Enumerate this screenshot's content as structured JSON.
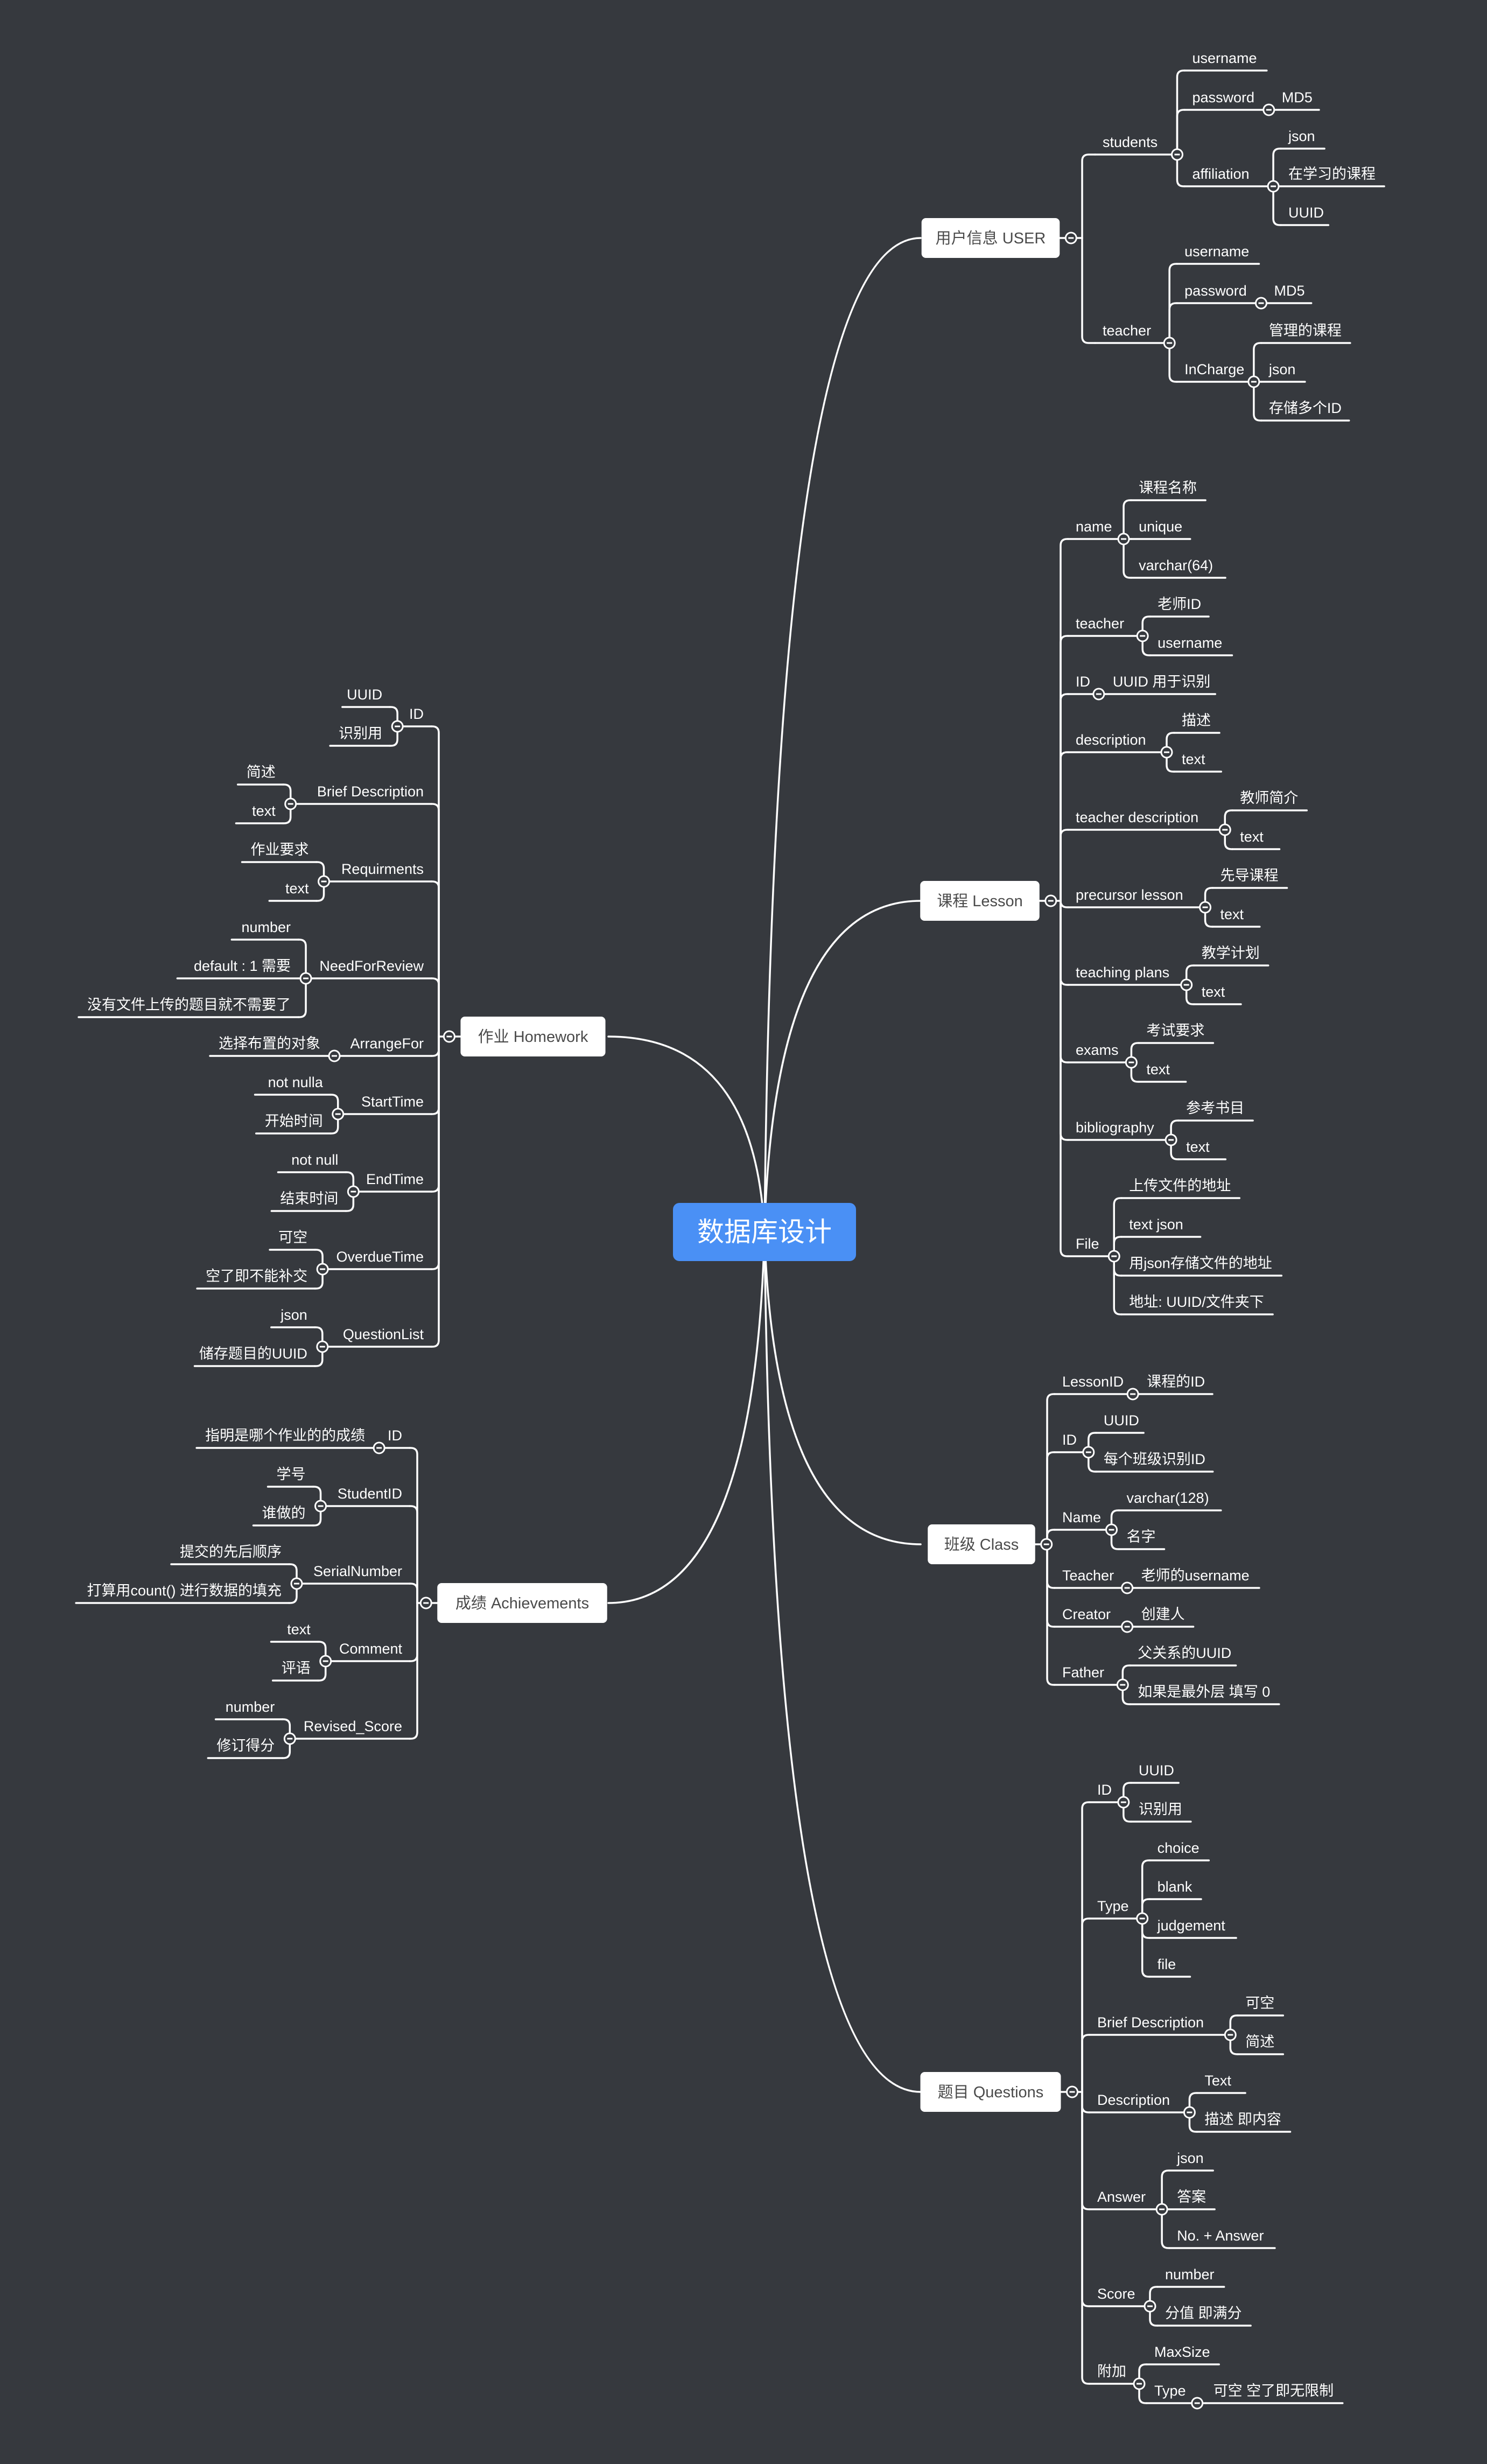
{
  "colors": {
    "background": "#36393e",
    "root": "#4a90f5",
    "line": "#ffffff",
    "text": "#ffffff",
    "topic_text": "#4a4a4a"
  },
  "root": {
    "label": "数据库设计"
  },
  "branches": {
    "user": {
      "label": "用户信息 USER",
      "students": {
        "label": "students",
        "username": "username",
        "password": {
          "label": "password",
          "c1": "MD5"
        },
        "affiliation": {
          "label": "affiliation",
          "c1": "json",
          "c2": "在学习的课程",
          "c3": "UUID"
        }
      },
      "teacher": {
        "label": "teacher",
        "username": "username",
        "password": {
          "label": "password",
          "c1": "MD5"
        },
        "incharge": {
          "label": "InCharge",
          "c1": "管理的课程",
          "c2": "json",
          "c3": "存储多个ID"
        }
      }
    },
    "lesson": {
      "label": "课程 Lesson",
      "items": [
        {
          "label": "name",
          "children": [
            "课程名称",
            "unique",
            "varchar(64)"
          ]
        },
        {
          "label": "teacher",
          "children": [
            "老师ID",
            "username"
          ]
        },
        {
          "label": "ID",
          "children": [
            "UUID 用于识别"
          ]
        },
        {
          "label": "description",
          "children": [
            "描述",
            "text"
          ]
        },
        {
          "label": "teacher description",
          "children": [
            "教师简介",
            "text"
          ]
        },
        {
          "label": "precursor lesson",
          "children": [
            "先导课程",
            "text"
          ]
        },
        {
          "label": "teaching plans",
          "children": [
            "教学计划",
            "text"
          ]
        },
        {
          "label": "exams",
          "children": [
            "考试要求",
            "text"
          ]
        },
        {
          "label": "bibliography",
          "children": [
            "参考书目",
            "text"
          ]
        },
        {
          "label": "File",
          "children": [
            "上传文件的地址",
            "text json",
            "用json存储文件的地址",
            "地址: UUID/文件夹下"
          ]
        }
      ]
    },
    "class": {
      "label": "班级 Class",
      "items": [
        {
          "label": "LessonID",
          "children": [
            "课程的ID"
          ]
        },
        {
          "label": "ID",
          "children": [
            "UUID",
            "每个班级识别ID"
          ]
        },
        {
          "label": "Name",
          "children": [
            "varchar(128)",
            "名字"
          ]
        },
        {
          "label": "Teacher",
          "children": [
            "老师的username"
          ]
        },
        {
          "label": "Creator",
          "children": [
            "创建人"
          ]
        },
        {
          "label": "Father",
          "children": [
            "父关系的UUID",
            "如果是最外层 填写 0"
          ]
        }
      ]
    },
    "questions": {
      "label": "题目 Questions",
      "items": [
        {
          "label": "ID",
          "children": [
            "UUID",
            "识别用"
          ]
        },
        {
          "label": "Type",
          "children": [
            "choice",
            "blank",
            "judgement",
            "file"
          ]
        },
        {
          "label": "Brief Description",
          "children": [
            "可空",
            "简述"
          ]
        },
        {
          "label": "Description",
          "children": [
            "Text",
            "描述 即内容"
          ]
        },
        {
          "label": "Answer",
          "children": [
            "json",
            "答案",
            "No. + Answer"
          ]
        },
        {
          "label": "Score",
          "children": [
            "number",
            "分值 即满分"
          ]
        }
      ],
      "extra": {
        "label": "附加",
        "maxsize": "MaxSize",
        "type": {
          "label": "Type",
          "c1": "可空 空了即无限制"
        }
      }
    },
    "homework": {
      "label": "作业 Homework",
      "items": [
        {
          "label": "ID",
          "children": [
            "UUID",
            "识别用"
          ]
        },
        {
          "label": "Brief Description",
          "children": [
            "简述",
            "text"
          ]
        },
        {
          "label": "Requirments",
          "children": [
            "作业要求",
            "text"
          ]
        },
        {
          "label": "NeedForReview",
          "children": [
            "number",
            "default : 1 需要",
            "没有文件上传的题目就不需要了"
          ]
        },
        {
          "label": "ArrangeFor",
          "children": [
            "选择布置的对象"
          ]
        },
        {
          "label": "StartTime",
          "children": [
            "not nulla",
            "开始时间"
          ]
        },
        {
          "label": "EndTime",
          "children": [
            "not null",
            "结束时间"
          ]
        },
        {
          "label": "OverdueTime",
          "children": [
            "可空",
            "空了即不能补交"
          ]
        },
        {
          "label": "QuestionList",
          "children": [
            "json",
            "储存题目的UUID"
          ]
        }
      ]
    },
    "achievements": {
      "label": "成绩 Achievements",
      "items": [
        {
          "label": "ID",
          "children": [
            "指明是哪个作业的的成绩"
          ]
        },
        {
          "label": "StudentID",
          "children": [
            "学号",
            "谁做的"
          ]
        },
        {
          "label": "SerialNumber",
          "children": [
            "提交的先后顺序",
            "打算用count() 进行数据的填充"
          ]
        },
        {
          "label": "Comment",
          "children": [
            "text",
            "评语"
          ]
        },
        {
          "label": "Revised_Score",
          "children": [
            "number",
            "修订得分"
          ]
        }
      ]
    }
  }
}
